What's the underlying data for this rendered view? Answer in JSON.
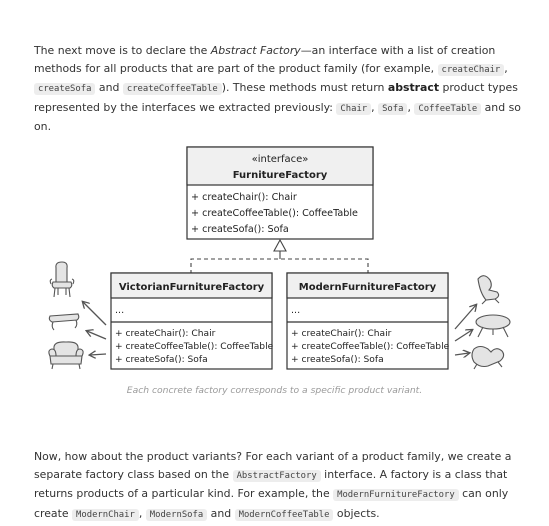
{
  "intro": {
    "t1": "The next move is to declare the ",
    "abstract_factory": "Abstract Factory",
    "t2": "—an interface with a list of creation methods for all products that are part of the product family (for example, ",
    "code_create_chair": "createChair",
    "sep1": ", ",
    "code_create_sofa": "createSofa",
    "t3": " and ",
    "code_create_coffee_table": "createCoffeeTable",
    "t4": "). These methods must return ",
    "bold_abstract": "abstract",
    "t5": " product types represented by the interfaces we extracted previously: ",
    "code_chair": "Chair",
    "sep2": ", ",
    "code_sofa": "Sofa",
    "sep3": ", ",
    "code_coffee_table": "CoffeeTable",
    "t6": " and so on."
  },
  "diagram": {
    "interface_box": {
      "stereotype": "«interface»",
      "name": "FurnitureFactory",
      "methods": [
        "+ createChair(): Chair",
        "+ createCoffeeTable(): CoffeeTable",
        "+ createSofa(): Sofa"
      ]
    },
    "victorian_box": {
      "name": "VictorianFurnitureFactory",
      "fields": "...",
      "methods": [
        "+ createChair(): Chair",
        "+ createCoffeeTable(): CoffeeTable",
        "+ createSofa(): Sofa"
      ]
    },
    "modern_box": {
      "name": "ModernFurnitureFactory",
      "fields": "...",
      "methods": [
        "+ createChair(): Chair",
        "+ createCoffeeTable(): CoffeeTable",
        "+ createSofa(): Sofa"
      ]
    },
    "icons": {
      "left": [
        "victorian-chair-icon",
        "victorian-coffee-table-icon",
        "victorian-sofa-icon"
      ],
      "right": [
        "modern-chair-icon",
        "modern-coffee-table-icon",
        "modern-sofa-icon"
      ]
    },
    "caption": "Each concrete factory corresponds to a specific product variant."
  },
  "outro": {
    "t1": "Now, how about the product variants? For each variant of a product family, we create a separate factory class based on the ",
    "code_abstract_factory": "AbstractFactory",
    "t2": " interface. A factory is a class that returns products of a particular kind. For example, the ",
    "code_modern_factory": "ModernFurnitureFactory",
    "t3": " can only create ",
    "code_modern_chair": "ModernChair",
    "sep1": ", ",
    "code_modern_sofa": "ModernSofa",
    "t4": " and ",
    "code_modern_coffee_table": "ModernCoffeeTable",
    "t5": " objects."
  },
  "colors": {
    "text": "#333333",
    "box_header": "#f0f0f0",
    "box_body": "#ffffff",
    "code_bg": "#ededed",
    "caption": "#9a9a9a"
  }
}
